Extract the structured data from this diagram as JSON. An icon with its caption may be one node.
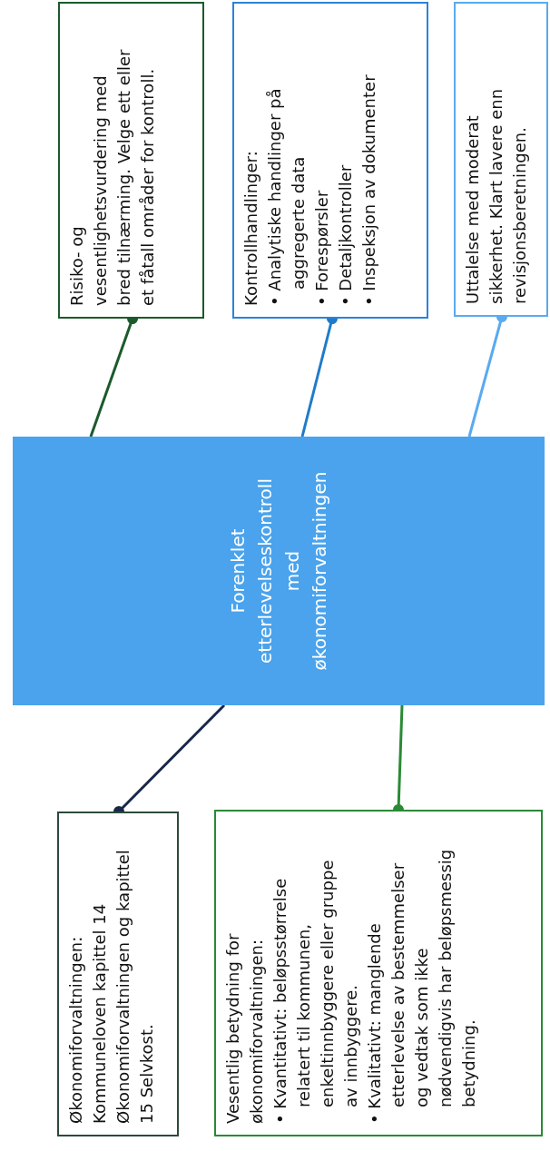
{
  "diagram": {
    "nodes": [
      {
        "text": [
          "Forenklet etterlevelseskontroll med økonomiforvaltningen"
        ]
      },
      {
        "text": [
          "Risiko- og vesentlighetsvurdering med bred tilnærming. Velge ett eller et fåtall områder for kontroll."
        ]
      },
      {
        "text": [
          "Kontrollhandlinger:",
          "• Analytiske handlinger på aggregerte data",
          "• Forespørsler",
          "• Detaljkontroller",
          "• Inspeksjon av dokumenter"
        ]
      },
      {
        "text": [
          "Uttalelse med moderat sikkerhet. Klart lavere enn revisjonsberetningen."
        ]
      },
      {
        "text": [
          "Økonomiforvaltningen: Kommuneloven kapittel 14 Økonomiforvaltningen og kapittel 15 Selvkost."
        ]
      },
      {
        "text": [
          "Vesentlig betydning for økonomiforvaltningen:",
          "• Kvantitativt: beløpsstørrelse relatert til kommunen, enkeltinnbyggere eller gruppe av innbyggere.",
          "• Kvalitativt: manglende etterlevelse av bestemmelser og vedtak som ikke nødvendigvis har beløpsmessig betydning."
        ]
      }
    ],
    "edges": [
      {
        "from": 0,
        "to": 1,
        "arrow": "other",
        "color": "#1b5a2c"
      },
      {
        "from": 0,
        "to": 2,
        "arrow": "other",
        "color": "#1f7bc9"
      },
      {
        "from": 0,
        "to": 3,
        "arrow": "other",
        "color": "#5aaaf0"
      },
      {
        "from": 0,
        "to": 4,
        "arrow": "other",
        "color": "#172848"
      },
      {
        "from": 0,
        "to": 5,
        "arrow": "other",
        "color": "#2a8a35"
      }
    ]
  }
}
